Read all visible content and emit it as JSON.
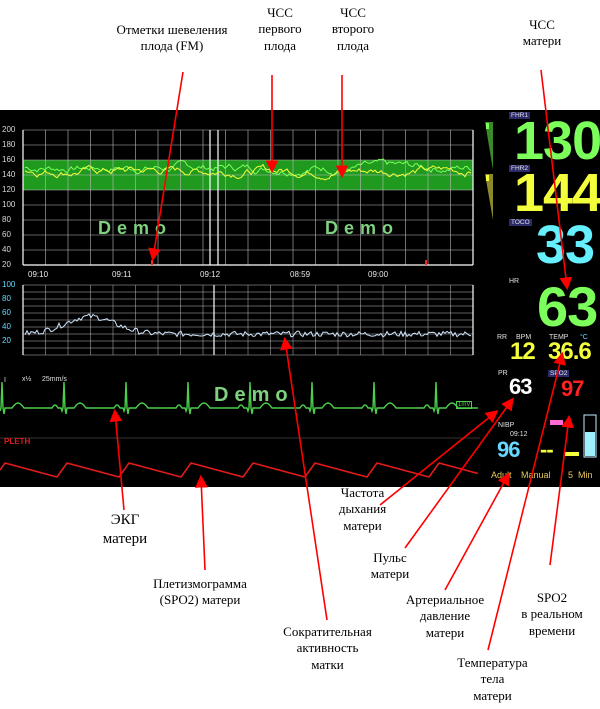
{
  "annotations": {
    "fm": "Отметки шевеления\nплода (FM)",
    "fhr1": "ЧСС\nпервого\nплода",
    "fhr2": "ЧСС\nвторого\nплода",
    "mhr": "ЧСС\nматери",
    "ecg": "ЭКГ\nматери",
    "pleth": "Плетизмограмма\n(SPO2) матери",
    "toco": "Сократительная\nактивность\nматки",
    "resp": "Частота\nдыхания\nматери",
    "pulse": "Пульс\nматери",
    "nibp": "Артериальное\nдавление\nматери",
    "temp": "Температура\nтела\nматери",
    "spo2": "SPO2\nв реальном\nвремени"
  },
  "fhr_chart": {
    "yticks": [
      "200",
      "180",
      "160",
      "140",
      "120",
      "100",
      "80",
      "60",
      "40",
      "20"
    ],
    "times": [
      "09:10",
      "09:11",
      "09:12",
      "08:59",
      "09:00"
    ],
    "watermark": "Demo"
  },
  "toco_chart": {
    "yticks": [
      "100",
      "80",
      "60",
      "40",
      "20"
    ]
  },
  "ecg": {
    "lead": "I",
    "gain": "x½",
    "speed": "25mm/s",
    "watermark": "Demo",
    "mark": "1mV"
  },
  "pleth": {
    "label": "PLETH"
  },
  "vitals": {
    "fhr1": {
      "tag": "FHR1",
      "value": "130"
    },
    "fhr2": {
      "tag": "FHR2",
      "value": "144"
    },
    "toco": {
      "tag": "TOCO",
      "value": "33"
    },
    "hr": {
      "tag": "HR",
      "value": "63"
    },
    "rr": {
      "tag": "RR",
      "unit": "BPM",
      "value": "12"
    },
    "temp": {
      "tag": "TEMP",
      "unit": "°C",
      "value": "36.6"
    },
    "pr": {
      "tag": "PR",
      "value": "63"
    },
    "spo2": {
      "tag": "SPO2",
      "value": "97"
    },
    "nibp": {
      "tag": "NIBP",
      "time": "09:12",
      "value": "96",
      "dash": "--"
    },
    "footer": {
      "mode": "Adult",
      "method": "Manual",
      "interval": "5",
      "unit": "Min"
    }
  },
  "colors": {
    "fhr_band": "#1f9a1f",
    "fhr1": "#7cff5a",
    "fhr2": "#f4ff3b",
    "toco_value": "#66f0ff",
    "hr_value": "#7cff5a",
    "rr_value": "#f4ff3b",
    "temp_value": "#f4ff3b",
    "pr_value": "#ffffff",
    "spo2_value": "#ff2020",
    "nibp_value": "#66d8ff",
    "ecg_trace": "#4cd04c",
    "pleth_trace": "#e01b1b",
    "watermark": "#7fd07f",
    "arrow": "#ff0000"
  }
}
